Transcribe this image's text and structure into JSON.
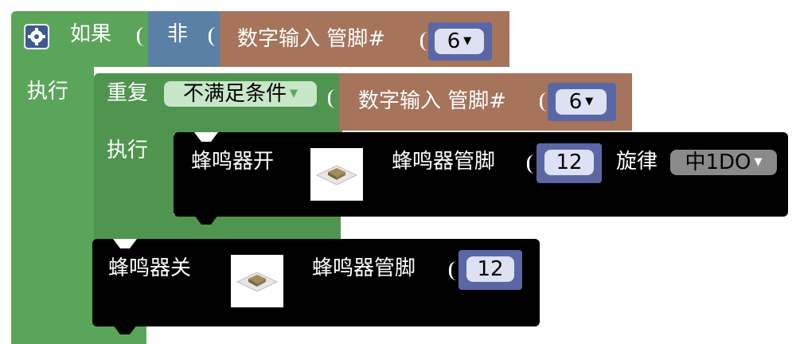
{
  "blocks": {
    "if_block": {
      "label_if": "如果",
      "label_not": "非",
      "label_do": "执行",
      "condition": {
        "label": "数字输入 管脚#",
        "pin_value": "6"
      }
    },
    "repeat_block": {
      "label_repeat": "重复",
      "mode_value": "不满足条件",
      "label_do": "执行",
      "condition": {
        "label": "数字输入 管脚#",
        "pin_value": "6"
      }
    },
    "buzzer_on": {
      "label": "蜂鸣器开",
      "pin_label": "蜂鸣器管脚",
      "pin_value": "12",
      "melody_label": "旋律",
      "melody_value": "中1DO"
    },
    "buzzer_off": {
      "label": "蜂鸣器关",
      "pin_label": "蜂鸣器管脚",
      "pin_value": "12"
    }
  },
  "icons": {
    "gear": "gear-icon",
    "dropdown": "chevron-down-icon",
    "buzzer": "buzzer-image-icon"
  },
  "colors": {
    "logic_green": "#5ba55b",
    "not_blue": "#5b80a5",
    "input_brown": "#a5745b",
    "buzzer_black": "#000000",
    "number_purple": "#5b67a5",
    "field_light": "#dde1f3"
  }
}
